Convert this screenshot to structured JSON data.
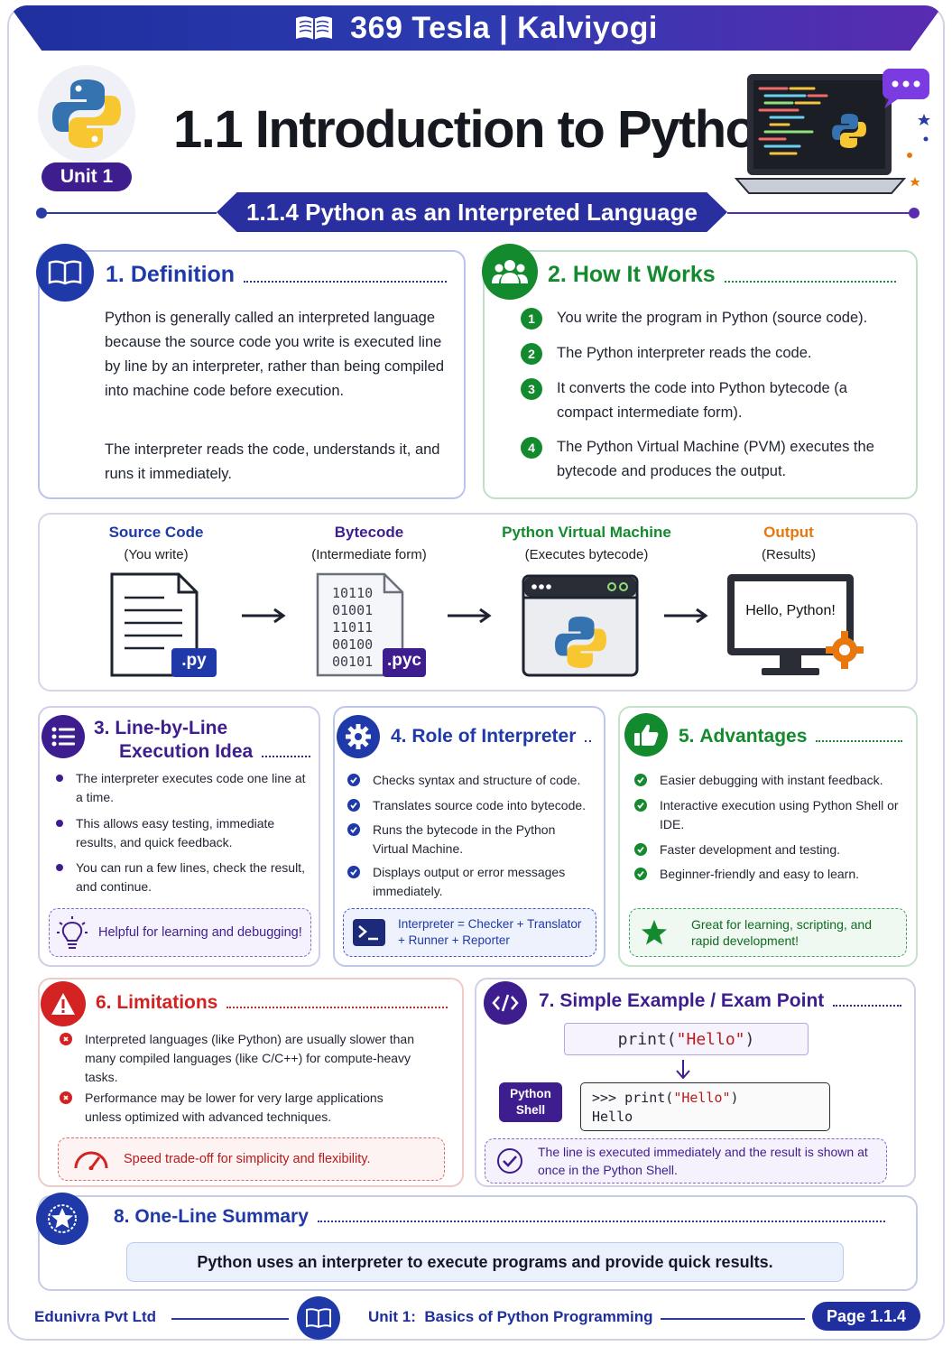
{
  "colors": {
    "navy": "#1f2f9e",
    "purple": "#3e1d8f",
    "green": "#138a2d",
    "red": "#d32222",
    "orange": "#e8780e"
  },
  "banner": {
    "brand": "369 Tesla | Kalviyogi",
    "icon": "open-book-icon"
  },
  "header": {
    "unit": "Unit 1",
    "title": "1.1 Introduction to Python",
    "subtitle": "1.1.4 Python as an Interpreted Language"
  },
  "definition": {
    "num": "1.",
    "title": "Definition",
    "p1": "Python is generally called an interpreted language because the source code you write is executed line by line by an interpreter, rather than being compiled into machine code before execution.",
    "p2": "The interpreter reads the code, understands it, and runs it immediately."
  },
  "how": {
    "num": "2.",
    "title": "How It Works",
    "steps": [
      {
        "n": "1",
        "text": "You write the program in Python (source code)."
      },
      {
        "n": "2",
        "text": "The Python interpreter reads the code."
      },
      {
        "n": "3",
        "text": "It converts the code into Python bytecode (a compact intermediate form)."
      },
      {
        "n": "4",
        "text": "The Python Virtual Machine (PVM) executes the bytecode and produces the output."
      }
    ]
  },
  "flow": {
    "source": {
      "title": "Source Code",
      "sub": "(You write)",
      "ext": ".py"
    },
    "bytecode": {
      "title": "Bytecode",
      "sub": "(Intermediate form)",
      "ext": ".pyc",
      "bits": [
        "10110",
        "01001",
        "11011",
        "00100",
        "00101"
      ]
    },
    "pvm": {
      "title": "Python Virtual Machine",
      "sub": "(Executes bytecode)"
    },
    "output": {
      "title": "Output",
      "sub": "(Results)",
      "screen": "Hello, Python!"
    }
  },
  "linebyline": {
    "num": "3.",
    "title1": "Line-by-Line",
    "title2": "Execution Idea",
    "items": [
      "The interpreter executes code one line at a time.",
      "This allows easy testing, immediate results, and quick feedback.",
      "You can run a few lines, check the result, and continue."
    ],
    "note": "Helpful for learning and debugging!"
  },
  "role": {
    "num": "4.",
    "title": "Role of Interpreter",
    "items": [
      "Checks syntax and structure of code.",
      "Translates source code into bytecode.",
      "Runs the bytecode in the Python Virtual Machine.",
      "Displays output or error messages immediately."
    ],
    "note1": "Interpreter = Checker + Translator",
    "note2": "+ Runner + Reporter"
  },
  "advantages": {
    "num": "5.",
    "title": "Advantages",
    "items": [
      "Easier debugging with instant feedback.",
      "Interactive execution using Python Shell or IDE.",
      "Faster development and testing.",
      "Beginner-friendly and easy to learn."
    ],
    "note": "Great for learning, scripting, and rapid development!"
  },
  "limitations": {
    "num": "6.",
    "title": "Limitations",
    "items": [
      "Interpreted languages (like Python) are usually slower than many compiled languages (like C/C++) for compute-heavy tasks.",
      "Performance may be lower for very large applications unless optimized with advanced techniques."
    ],
    "note": "Speed trade-off for simplicity and flexibility."
  },
  "example": {
    "num": "7.",
    "title": "Simple Example / Exam Point",
    "code_fn": "print(",
    "code_str": "\"Hello\"",
    "code_end": ")",
    "shell_label1": "Python",
    "shell_label2": "Shell",
    "shell_prompt": ">>> print(",
    "shell_str": "\"Hello\"",
    "shell_end": ")",
    "shell_out": "Hello",
    "note": "The line is executed immediately and the result is shown at once in the Python Shell."
  },
  "summary": {
    "num": "8.",
    "title": "One-Line Summary",
    "text": "Python uses an interpreter to execute programs and provide quick results."
  },
  "footer": {
    "company": "Edunivra Pvt Ltd",
    "unit": "Unit 1:  Basics of Python Programming",
    "page": "Page 1.1.4"
  }
}
